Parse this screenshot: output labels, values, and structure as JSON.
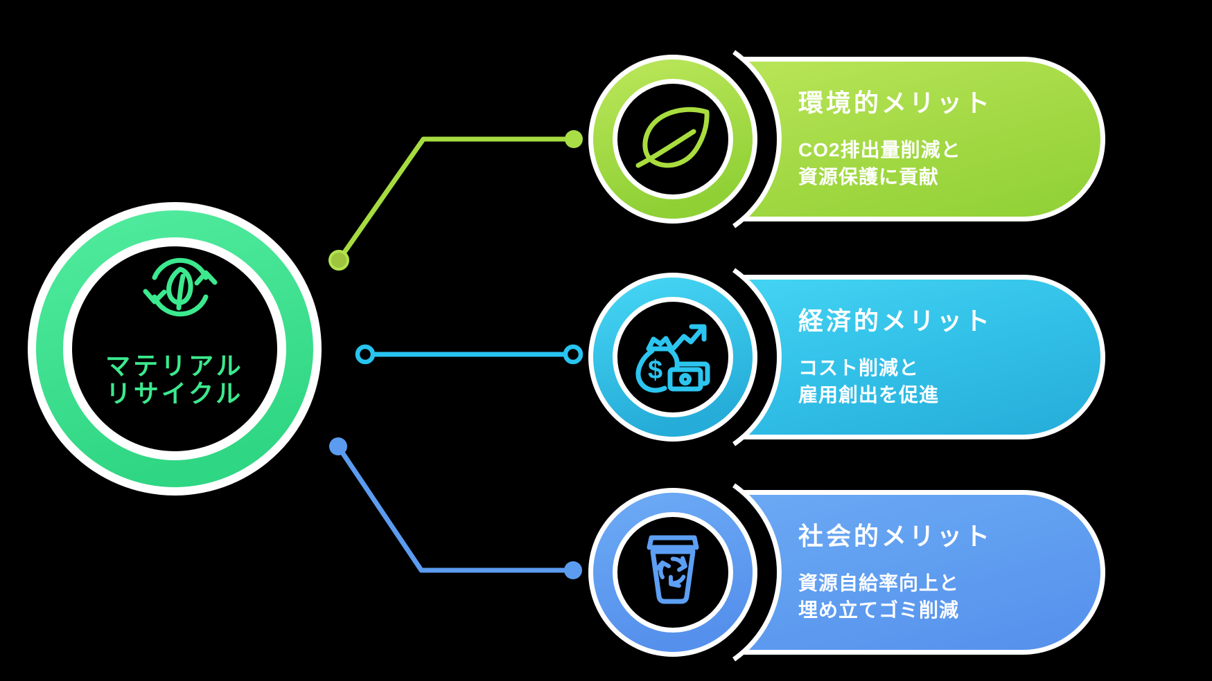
{
  "diagram": {
    "center": {
      "label_line1": "マテリアル",
      "label_line2": "リサイクル",
      "icon": "recycle-leaf-icon",
      "accent_color": "#3ce98e"
    },
    "branches": [
      {
        "title": "環境的メリット",
        "body_line1": "CO2排出量削減と",
        "body_line2": "資源保護に貢献",
        "icon": "leaf-icon",
        "accent_color": "#a6dc40",
        "gradient_top": "#bce75b",
        "gradient_bottom": "#8fd035",
        "connector_endpoints": "filled-dots"
      },
      {
        "title": "経済的メリット",
        "body_line1": "コスト削減と",
        "body_line2": "雇用創出を促進",
        "icon": "money-bag-growth-icon",
        "accent_color": "#28c4ef",
        "gradient_top": "#47d7f5",
        "gradient_bottom": "#25acd8",
        "connector_endpoints": "hollow-dots"
      },
      {
        "title": "社会的メリット",
        "body_line1": "資源自給率向上と",
        "body_line2": "埋め立てゴミ削減",
        "icon": "recycle-bin-icon",
        "accent_color": "#5b9cf0",
        "gradient_top": "#6dabf5",
        "gradient_bottom": "#5590ec",
        "connector_endpoints": "filled-dots"
      }
    ]
  }
}
